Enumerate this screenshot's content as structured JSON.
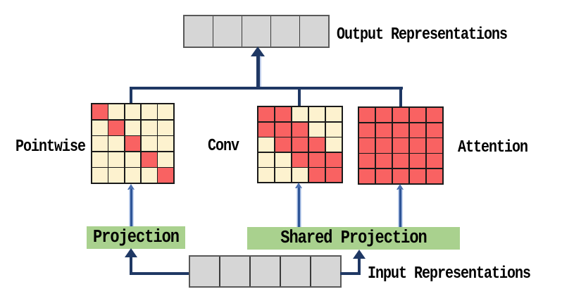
{
  "colors": {
    "navy": "#1F3864",
    "thin": "#2F5597",
    "thinlight": "#9DB6E0",
    "thinmid": "#4A6FAE",
    "green": "#A9D18E",
    "red": "#F96262",
    "cream": "#FDF2CF",
    "graycell": "#D6D6D6",
    "rowborder": "#595959",
    "sep": "#3A3A3A",
    "gridline": "#1A1A1A"
  },
  "output_row": {
    "label": "Output Representations",
    "cells": 5
  },
  "input_row": {
    "label": "Input Representations",
    "cells": 5
  },
  "boxes": {
    "projection": "Projection",
    "shared_projection": "Shared Projection"
  },
  "matrices": [
    {
      "label": "Pointwise",
      "pattern": [
        [
          1,
          0,
          0,
          0,
          0
        ],
        [
          0,
          1,
          0,
          0,
          0
        ],
        [
          0,
          0,
          1,
          0,
          0
        ],
        [
          0,
          0,
          0,
          1,
          0
        ],
        [
          0,
          0,
          0,
          0,
          1
        ]
      ]
    },
    {
      "label": "Conv",
      "pattern": [
        [
          1,
          1,
          0,
          0,
          0
        ],
        [
          1,
          1,
          1,
          0,
          0
        ],
        [
          0,
          1,
          1,
          1,
          0
        ],
        [
          0,
          0,
          1,
          1,
          1
        ],
        [
          0,
          0,
          0,
          1,
          1
        ]
      ]
    },
    {
      "label": "Attention",
      "pattern": [
        [
          1,
          1,
          1,
          1,
          1
        ],
        [
          1,
          1,
          1,
          1,
          1
        ],
        [
          1,
          1,
          1,
          1,
          1
        ],
        [
          1,
          1,
          1,
          1,
          1
        ],
        [
          1,
          1,
          1,
          1,
          1
        ]
      ]
    }
  ]
}
